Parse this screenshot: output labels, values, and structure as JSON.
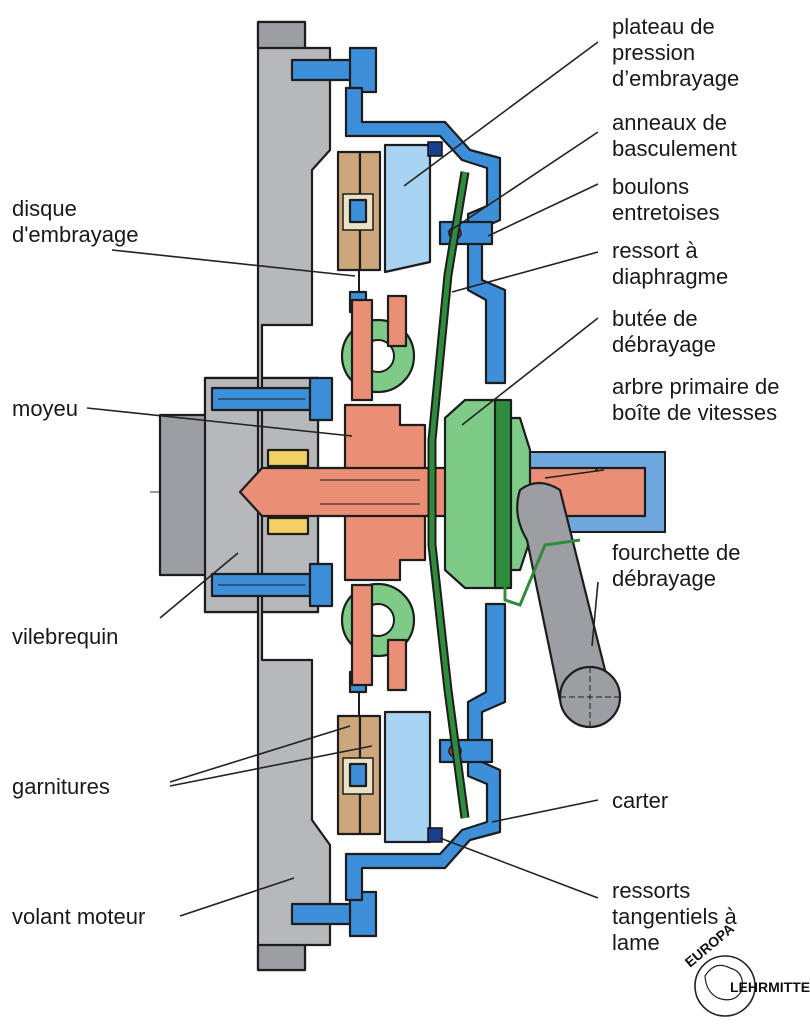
{
  "labels": {
    "plateau": "plateau de\npression\nd’embrayage",
    "anneaux": "anneaux de\nbasculement",
    "boulons": "boulons\nentretoises",
    "ressort": "ressort à\ndiaphragme",
    "butee": "butée de\ndébrayage",
    "arbre": "arbre primaire de\nboîte de vitesses",
    "fourchette": "fourchette de\ndébrayage",
    "carter": "carter",
    "ressorts_tang": "ressorts\ntangentiels à\nlame",
    "disque": "disque\nd'embrayage",
    "moyeu": "moyeu",
    "vilebrequin": "vilebrequin",
    "garnitures": "garnitures",
    "volant": "volant moteur"
  },
  "logo": {
    "top": "EUROPA",
    "bottom": "LEHRMITTEL"
  },
  "colors": {
    "housing": "#3d8fd9",
    "pressure_plate": "#a9d3f2",
    "flywheel": "#b7b8bc",
    "diaphragm": "#2f8c3d",
    "bearing": "#7dcb86",
    "hub": "#ea8e76",
    "lining": "#cda77c"
  }
}
